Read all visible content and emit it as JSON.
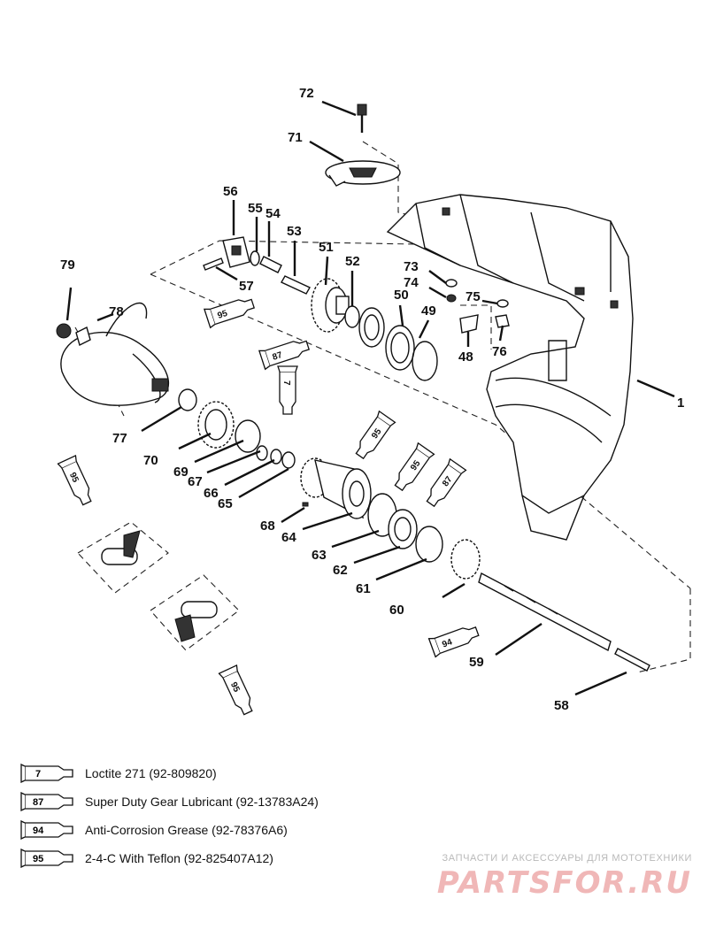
{
  "callouts": {
    "c1": "1",
    "c48": "48",
    "c49": "49",
    "c50": "50",
    "c51": "51",
    "c52": "52",
    "c53": "53",
    "c54": "54",
    "c55": "55",
    "c56": "56",
    "c57": "57",
    "c58": "58",
    "c59": "59",
    "c60": "60",
    "c61": "61",
    "c62": "62",
    "c63": "63",
    "c64": "64",
    "c65": "65",
    "c66": "66",
    "c67": "67",
    "c68": "68",
    "c69": "69",
    "c70": "70",
    "c71": "71",
    "c72": "72",
    "c73": "73",
    "c74": "74",
    "c75": "75",
    "c76": "76",
    "c77": "77",
    "c78": "78",
    "c79": "79"
  },
  "tubes": {
    "t95a": "95",
    "t87a": "87",
    "t7": "7",
    "t95b": "95",
    "t95c": "95",
    "t87b": "87",
    "t95d": "95",
    "t95e": "95",
    "t94": "94"
  },
  "legend": [
    {
      "code": "7",
      "text": "Loctite 271 (92-809820)"
    },
    {
      "code": "87",
      "text": "Super Duty Gear Lubricant (92-13783A24)"
    },
    {
      "code": "94",
      "text": "Anti-Corrosion Grease (92-78376A6)"
    },
    {
      "code": "95",
      "text": "2-4-C  With Teflon (92-825407A12)"
    }
  ],
  "watermark": {
    "tagline": "ЗАПЧАСТИ И АКСЕССУАРЫ ДЛЯ МОТОТЕХНИКИ",
    "logo": "PARTSFOR.RU"
  }
}
